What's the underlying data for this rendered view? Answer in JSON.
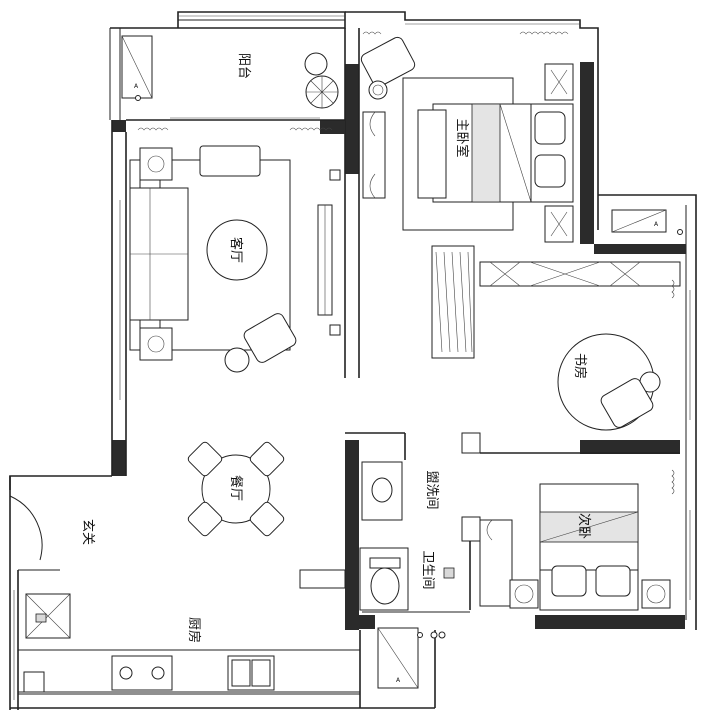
{
  "rooms": {
    "balcony_top": "阳台",
    "master_bedroom": "主卧室",
    "living_room": "客厅",
    "study": "书房",
    "dining_room": "餐厅",
    "washroom": "盥洗间",
    "bathroom": "卫生间",
    "second_bedroom": "次卧",
    "entrance": "玄关",
    "kitchen": "厨房"
  },
  "equipment": {
    "ac_unit_label": "A"
  }
}
